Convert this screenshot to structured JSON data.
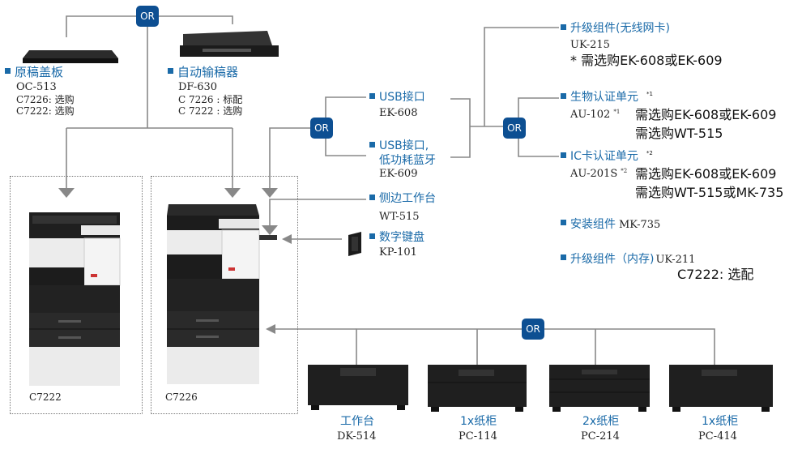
{
  "or_label": "OR",
  "originals": {
    "cover": {
      "name": "原稿盖板",
      "model": "OC-513",
      "note1": "C7226: 选购",
      "note2": "C7222: 选购"
    },
    "adf": {
      "name": "自动输稿器",
      "model": "DF-630",
      "note1": "C 7226 : 标配",
      "note2": "C 7222 : 选购"
    }
  },
  "usb1": {
    "name": "USB接口",
    "model": "EK-608"
  },
  "usb2": {
    "name_line1": "USB接口,",
    "name_line2": "低功耗蓝牙",
    "model": "EK-609"
  },
  "upgrade_wifi": {
    "name": "升级组件(无线网卡)",
    "model": "UK-215",
    "note": "* 需选购EK-608或EK-609"
  },
  "bio": {
    "name": "生物认证单元",
    "mark": "*1",
    "model": "AU-102",
    "note1": "需选购EK-608或EK-609",
    "note2": "需选购WT-515"
  },
  "ic": {
    "name": "IC卡认证单元",
    "mark": "*2",
    "model": "AU-201S",
    "note1": "需选购EK-608或EK-609",
    "note2": "需选购WT-515或MK-735"
  },
  "mount": {
    "name": "安装组件",
    "model": "MK-735"
  },
  "memory": {
    "name": "升级组件（内存)",
    "model": "UK-211",
    "note": "C7222: 选配"
  },
  "worktable": {
    "name": "侧边工作台",
    "model": "WT-515"
  },
  "keypad": {
    "name": "数字键盘",
    "model": "KP-101"
  },
  "machines": {
    "left": "C7222",
    "right": "C7226"
  },
  "cabinets": [
    {
      "name": "工作台",
      "model": "DK-514"
    },
    {
      "name": "1x纸柜",
      "model": "PC-114"
    },
    {
      "name": "2x纸柜",
      "model": "PC-214"
    },
    {
      "name": "1x纸柜",
      "model": "PC-414"
    }
  ]
}
